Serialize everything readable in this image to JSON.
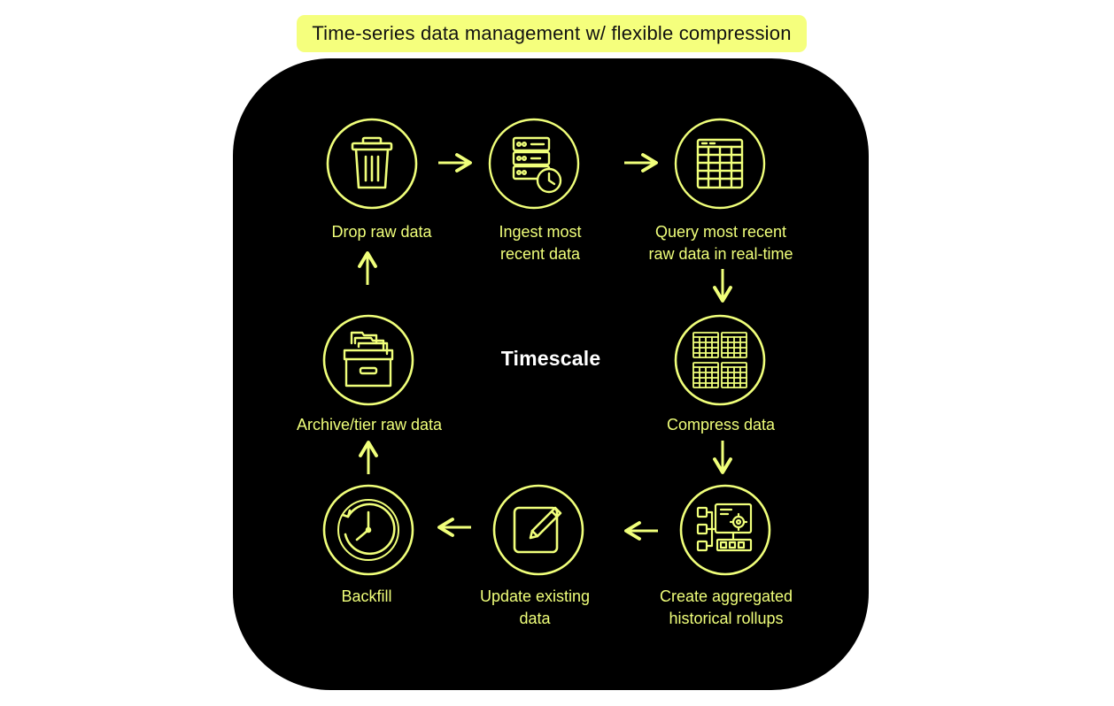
{
  "title": "Time-series data management w/ flexible compression",
  "brand": "Timescale",
  "colors": {
    "accent": "#f0ff7a",
    "title_bg": "#f5ff7d",
    "panel_bg": "#000000"
  },
  "steps": [
    {
      "icon": "trash-can-icon",
      "label_lines": [
        "Drop raw data"
      ]
    },
    {
      "icon": "server-clock-icon",
      "label_lines": [
        "Ingest most",
        "recent data"
      ]
    },
    {
      "icon": "table-grid-icon",
      "label_lines": [
        "Query most recent",
        "raw data in real-time"
      ]
    },
    {
      "icon": "compressed-tables-icon",
      "label_lines": [
        "Compress data"
      ]
    },
    {
      "icon": "hierarchy-settings-icon",
      "label_lines": [
        "Create aggregated",
        "historical rollups"
      ]
    },
    {
      "icon": "edit-pencil-icon",
      "label_lines": [
        "Update existing",
        "data"
      ]
    },
    {
      "icon": "history-clock-icon",
      "label_lines": [
        "Backfill"
      ]
    },
    {
      "icon": "archive-drawer-icon",
      "label_lines": [
        "Archive/tier raw data"
      ]
    }
  ]
}
